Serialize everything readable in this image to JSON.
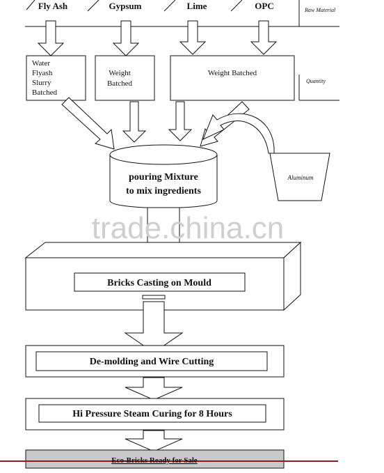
{
  "raw_materials": {
    "fly_ash": "Fly Ash",
    "gypsum": "Gypsum",
    "lime": "Lime",
    "opc": "OPC",
    "legend_label": "Raw Material"
  },
  "batching": {
    "fly_ash_lines": [
      "Water",
      "Flyash",
      "Slurry",
      "Batched"
    ],
    "gypsum_lines": [
      "Weight",
      "Batched"
    ],
    "lime_opc": "Weight Batched",
    "legend_label": "Quantity"
  },
  "additive": "Aluminum",
  "mixer_lines": [
    "pouring Mixture",
    "to mix ingredients"
  ],
  "steps": {
    "casting": "Bricks Casting on Mould",
    "demolding": "De-molding and Wire Cutting",
    "curing": "Hi Pressure Steam Curing for 8 Hours",
    "final": "Eco-Bricks Ready for Sale"
  },
  "watermark": "trade.china.cn",
  "colors": {
    "line": "#111111",
    "final_fill": "#c9c9c9",
    "underline": "#8a1f1f",
    "watermark": "#cfcfcf"
  }
}
